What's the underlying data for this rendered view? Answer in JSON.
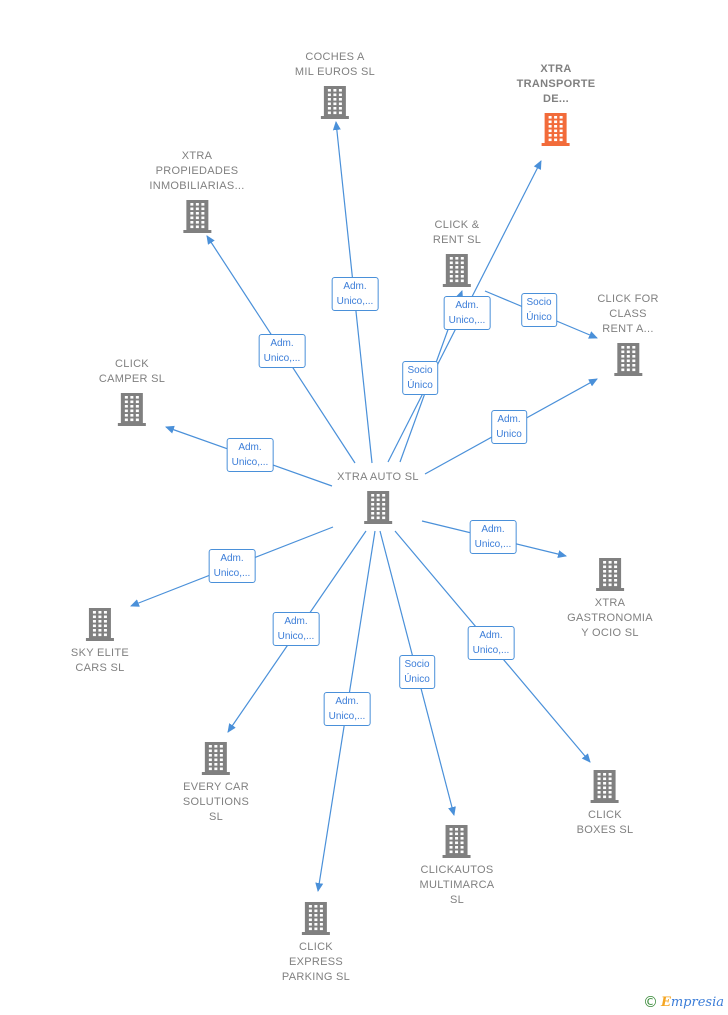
{
  "center": {
    "id": "xtra-auto",
    "label": "XTRA AUTO  SL"
  },
  "nodes": [
    {
      "id": "coches-a-mil-euros",
      "label": "COCHES A\nMIL EUROS  SL",
      "highlight": false
    },
    {
      "id": "xtra-transporte",
      "label": "XTRA\nTRANSPORTE\nDE...",
      "highlight": true
    },
    {
      "id": "xtra-propiedades",
      "label": "XTRA\nPROPIEDADES\nINMOBILIARIAS...",
      "highlight": false
    },
    {
      "id": "click-rent",
      "label": "CLICK &\nRENT SL",
      "highlight": false
    },
    {
      "id": "click-for-class",
      "label": "CLICK FOR\nCLASS\nRENT A...",
      "highlight": false
    },
    {
      "id": "click-camper",
      "label": "CLICK\nCAMPER  SL",
      "highlight": false
    },
    {
      "id": "xtra-gastronomia",
      "label": "XTRA\nGASTRONOMIA\nY OCIO  SL",
      "highlight": false
    },
    {
      "id": "sky-elite-cars",
      "label": "SKY ELITE\nCARS  SL",
      "highlight": false
    },
    {
      "id": "every-car-solutions",
      "label": "EVERY CAR\nSOLUTIONS\nSL",
      "highlight": false
    },
    {
      "id": "click-boxes",
      "label": "CLICK\nBOXES  SL",
      "highlight": false
    },
    {
      "id": "clickautos-multimarca",
      "label": "CLICKAUTOS\nMULTIMARCA\nSL",
      "highlight": false
    },
    {
      "id": "click-express-parking",
      "label": "CLICK\nEXPRESS\nPARKING  SL",
      "highlight": false
    }
  ],
  "edges": [
    {
      "to": "coches-a-mil-euros",
      "label": "Adm.\nUnico,..."
    },
    {
      "to": "xtra-transporte",
      "label": "Socio\nÚnico"
    },
    {
      "to": "xtra-propiedades",
      "label": "Adm.\nUnico,..."
    },
    {
      "to": "click-rent",
      "label": "Adm.\nUnico,..."
    },
    {
      "to": "click-for-class",
      "label": "Adm.\nUnico"
    },
    {
      "to": "click-for-class",
      "label": "Socio\nÚnico"
    },
    {
      "to": "click-camper",
      "label": "Adm.\nUnico,..."
    },
    {
      "to": "xtra-gastronomia",
      "label": "Adm.\nUnico,..."
    },
    {
      "to": "sky-elite-cars",
      "label": "Adm.\nUnico,..."
    },
    {
      "to": "every-car-solutions",
      "label": "Adm.\nUnico,..."
    },
    {
      "to": "click-boxes",
      "label": "Adm.\nUnico,..."
    },
    {
      "to": "clickautos-multimarca",
      "label": "Socio\nÚnico"
    },
    {
      "to": "click-express-parking",
      "label": "Adm.\nUnico,..."
    }
  ],
  "colors": {
    "building": "#808080",
    "building_highlight": "#f26b3a",
    "edge": "#4a90d9",
    "label": "#808080"
  },
  "brand": {
    "copyright": "©",
    "name_first": "E",
    "name_rest": "mpresia"
  }
}
